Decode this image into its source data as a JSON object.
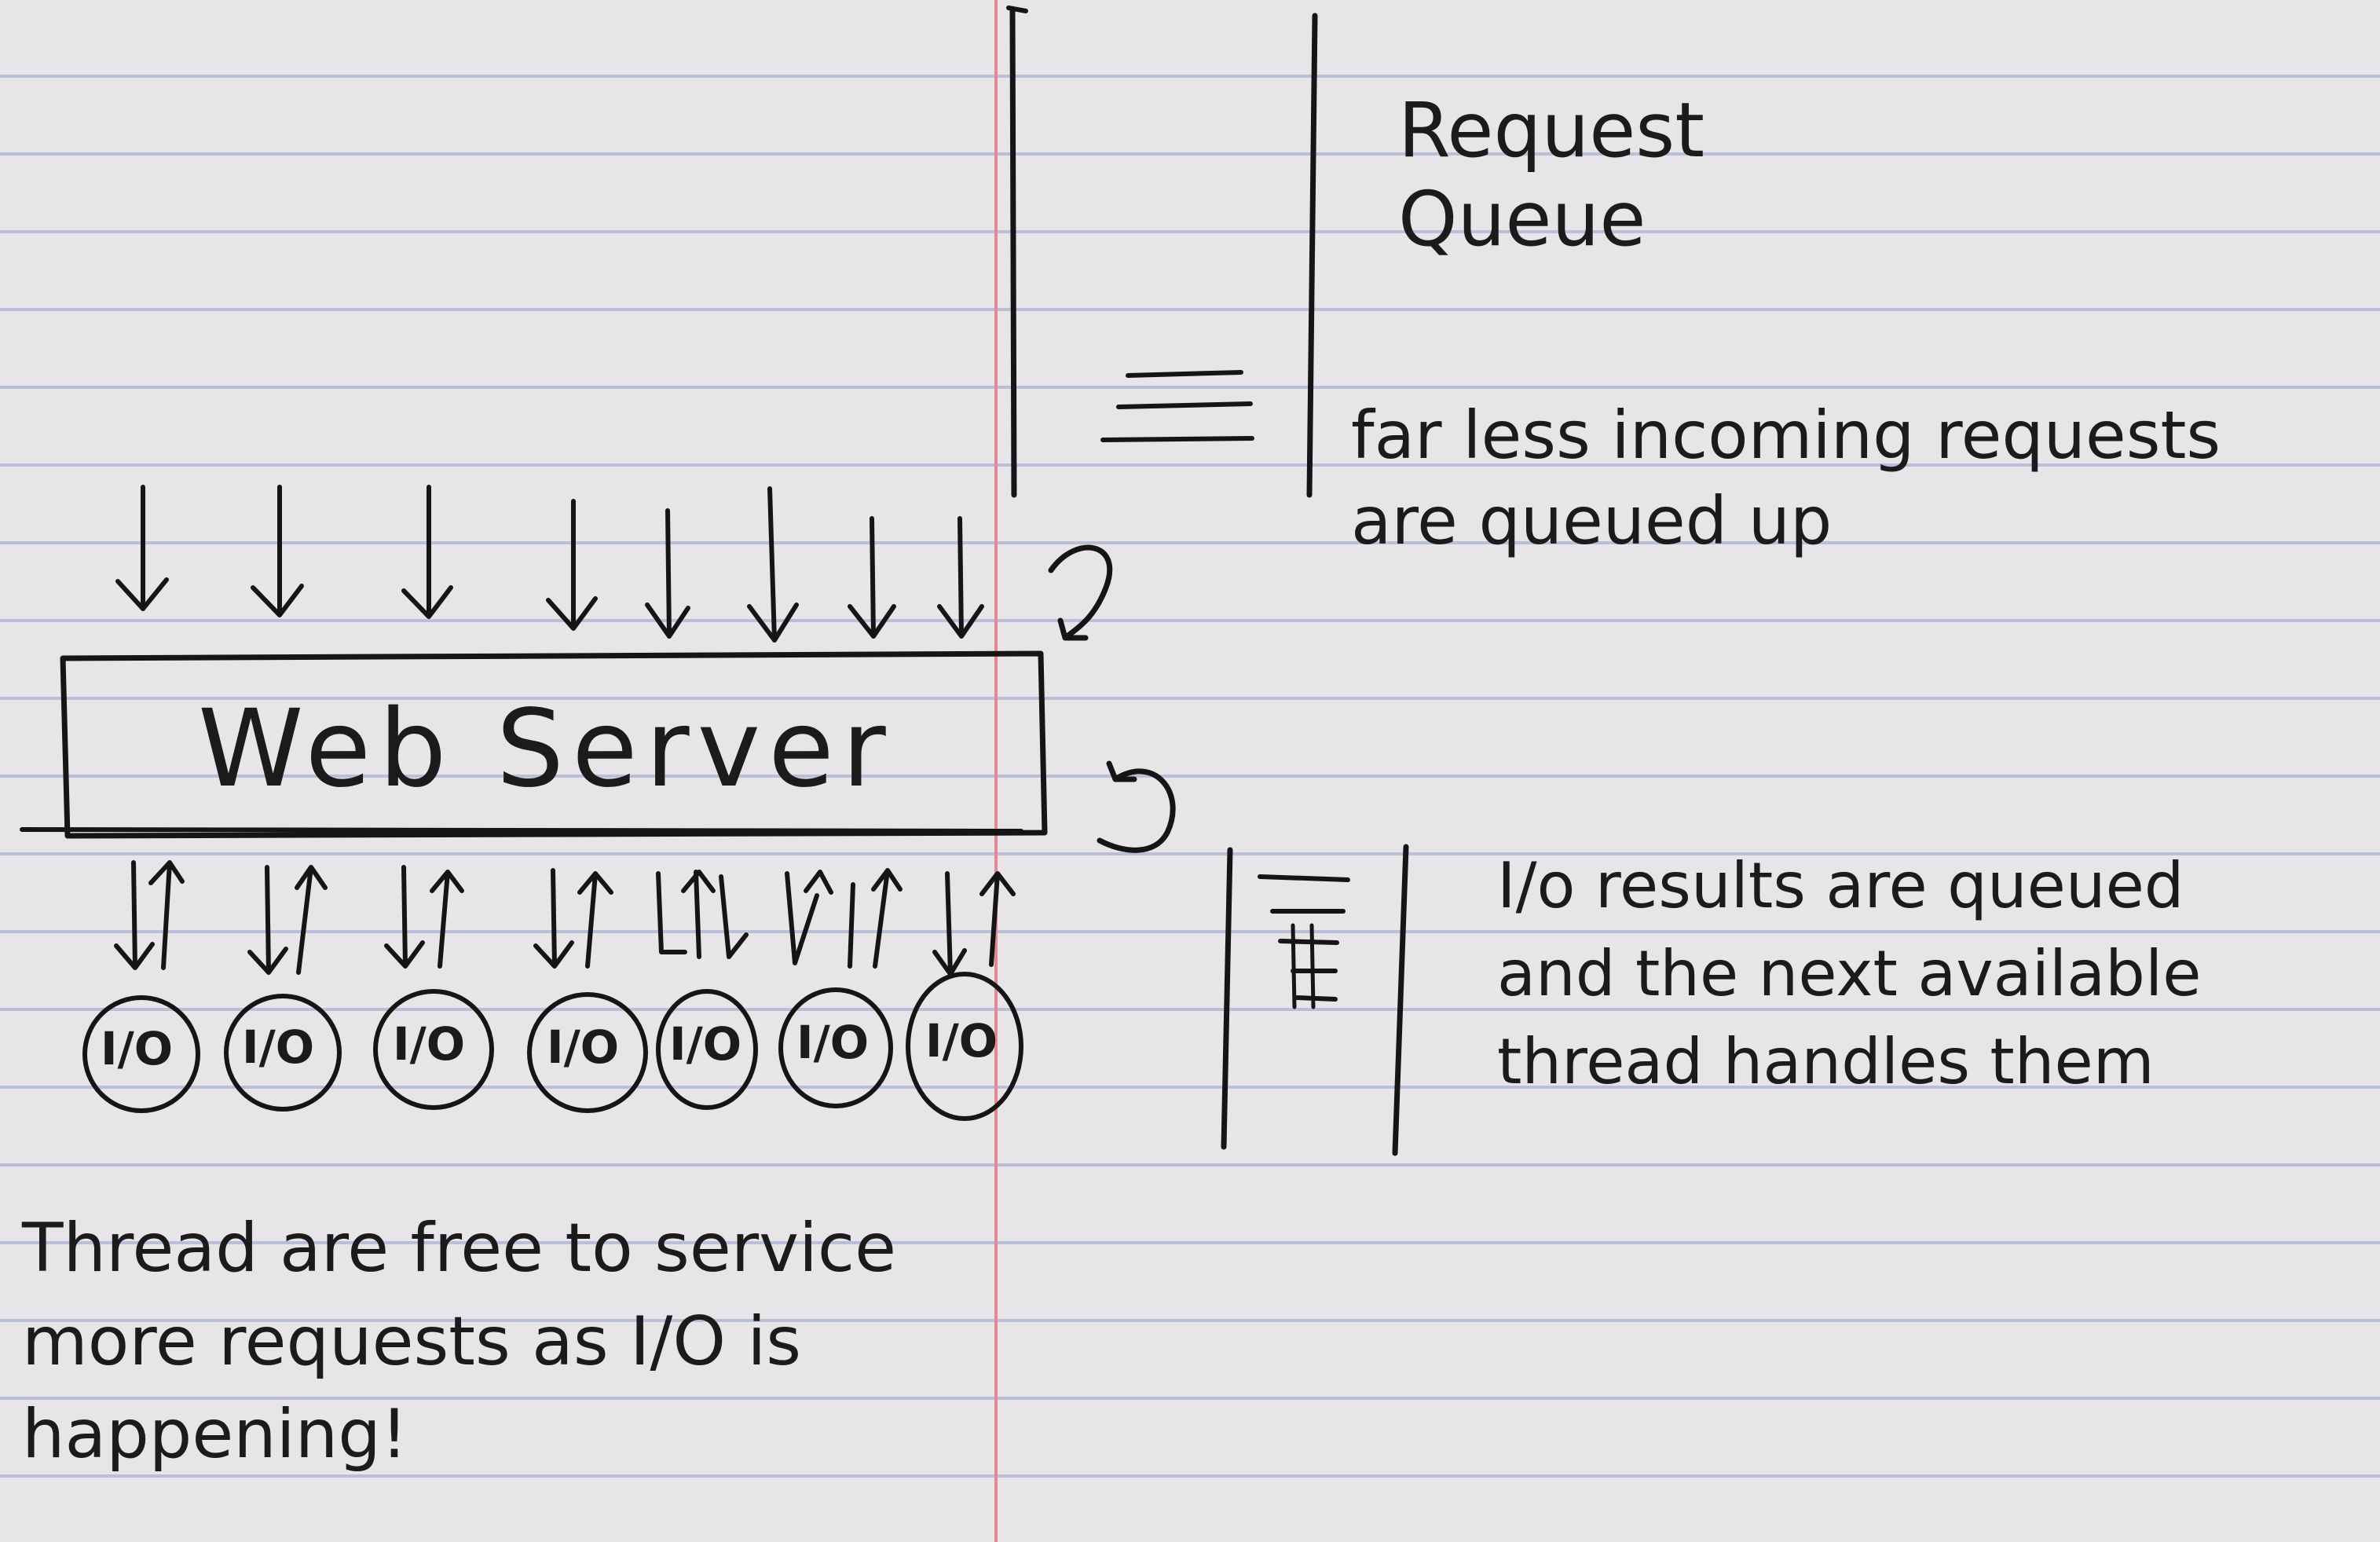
{
  "request_queue": {
    "label": "Request\nQueue",
    "note": "far less incoming requests\nare queued up"
  },
  "server": {
    "label": "Web Server"
  },
  "io": {
    "thread_label": "I/O",
    "threads_count": 7,
    "queue_note": "I/o results are queued\nand the next available\nthread handles them"
  },
  "footer": {
    "note": "Thread are free to service\nmore requests as I/O is\nhappening!"
  }
}
